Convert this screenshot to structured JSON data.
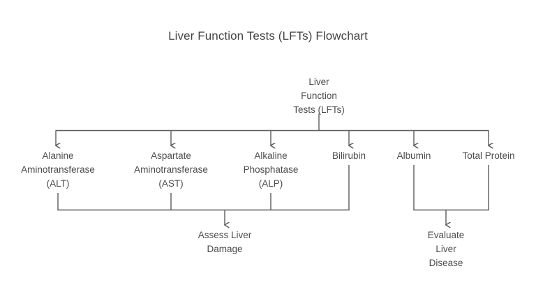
{
  "page": {
    "title": "Liver Function Tests (LFTs) Flowchart",
    "background_color": "#ffffff",
    "text_color": "#4b4b4b",
    "edge_color": "#5a5a5a"
  },
  "chart_data": {
    "type": "diagram",
    "title": "Liver Function Tests (LFTs) Flowchart",
    "diagram_kind": "flowchart",
    "orientation": "top-down",
    "nodes": [
      {
        "id": "root",
        "label": "Liver Function Tests (LFTs)",
        "lines": [
          "Liver",
          "Function",
          "Tests (LFTs)"
        ],
        "level": 0
      },
      {
        "id": "alt",
        "label": "Alanine Aminotransferase (ALT)",
        "lines": [
          "Alanine",
          "Aminotransferase",
          "(ALT)"
        ],
        "level": 1
      },
      {
        "id": "ast",
        "label": "Aspartate Aminotransferase (AST)",
        "lines": [
          "Aspartate",
          "Aminotransferase",
          "(AST)"
        ],
        "level": 1
      },
      {
        "id": "alp",
        "label": "Alkaline Phosphatase (ALP)",
        "lines": [
          "Alkaline",
          "Phosphatase",
          "(ALP)"
        ],
        "level": 1
      },
      {
        "id": "bilirubin",
        "label": "Bilirubin",
        "lines": [
          "Bilirubin"
        ],
        "level": 1
      },
      {
        "id": "albumin",
        "label": "Albumin",
        "lines": [
          "Albumin"
        ],
        "level": 1
      },
      {
        "id": "total_protein",
        "label": "Total Protein",
        "lines": [
          "Total Protein"
        ],
        "level": 1
      },
      {
        "id": "assess_damage",
        "label": "Assess Liver Damage",
        "lines": [
          "Assess Liver",
          "Damage"
        ],
        "level": 2
      },
      {
        "id": "evaluate_disease",
        "label": "Evaluate Liver Disease",
        "lines": [
          "Evaluate",
          "Liver",
          "Disease"
        ],
        "level": 2
      }
    ],
    "edges": [
      {
        "from": "root",
        "to": "alt"
      },
      {
        "from": "root",
        "to": "ast"
      },
      {
        "from": "root",
        "to": "alp"
      },
      {
        "from": "root",
        "to": "bilirubin"
      },
      {
        "from": "root",
        "to": "albumin"
      },
      {
        "from": "root",
        "to": "total_protein"
      },
      {
        "from": "alt",
        "to": "assess_damage"
      },
      {
        "from": "ast",
        "to": "assess_damage"
      },
      {
        "from": "alp",
        "to": "assess_damage"
      },
      {
        "from": "bilirubin",
        "to": "assess_damage"
      },
      {
        "from": "albumin",
        "to": "evaluate_disease"
      },
      {
        "from": "total_protein",
        "to": "evaluate_disease"
      }
    ]
  },
  "nodes": {
    "root": {
      "l1": "Liver",
      "l2": "Function",
      "l3": "Tests (LFTs)"
    },
    "alt": {
      "l1": "Alanine",
      "l2": "Aminotransferase",
      "l3": "(ALT)"
    },
    "ast": {
      "l1": "Aspartate",
      "l2": "Aminotransferase",
      "l3": "(AST)"
    },
    "alp": {
      "l1": "Alkaline",
      "l2": "Phosphatase",
      "l3": "(ALP)"
    },
    "bilirubin": {
      "l1": "Bilirubin"
    },
    "albumin": {
      "l1": "Albumin"
    },
    "total_protein": {
      "l1": "Total Protein"
    },
    "assess_damage": {
      "l1": "Assess Liver",
      "l2": "Damage"
    },
    "evaluate_disease": {
      "l1": "Evaluate",
      "l2": "Liver",
      "l3": "Disease"
    }
  }
}
